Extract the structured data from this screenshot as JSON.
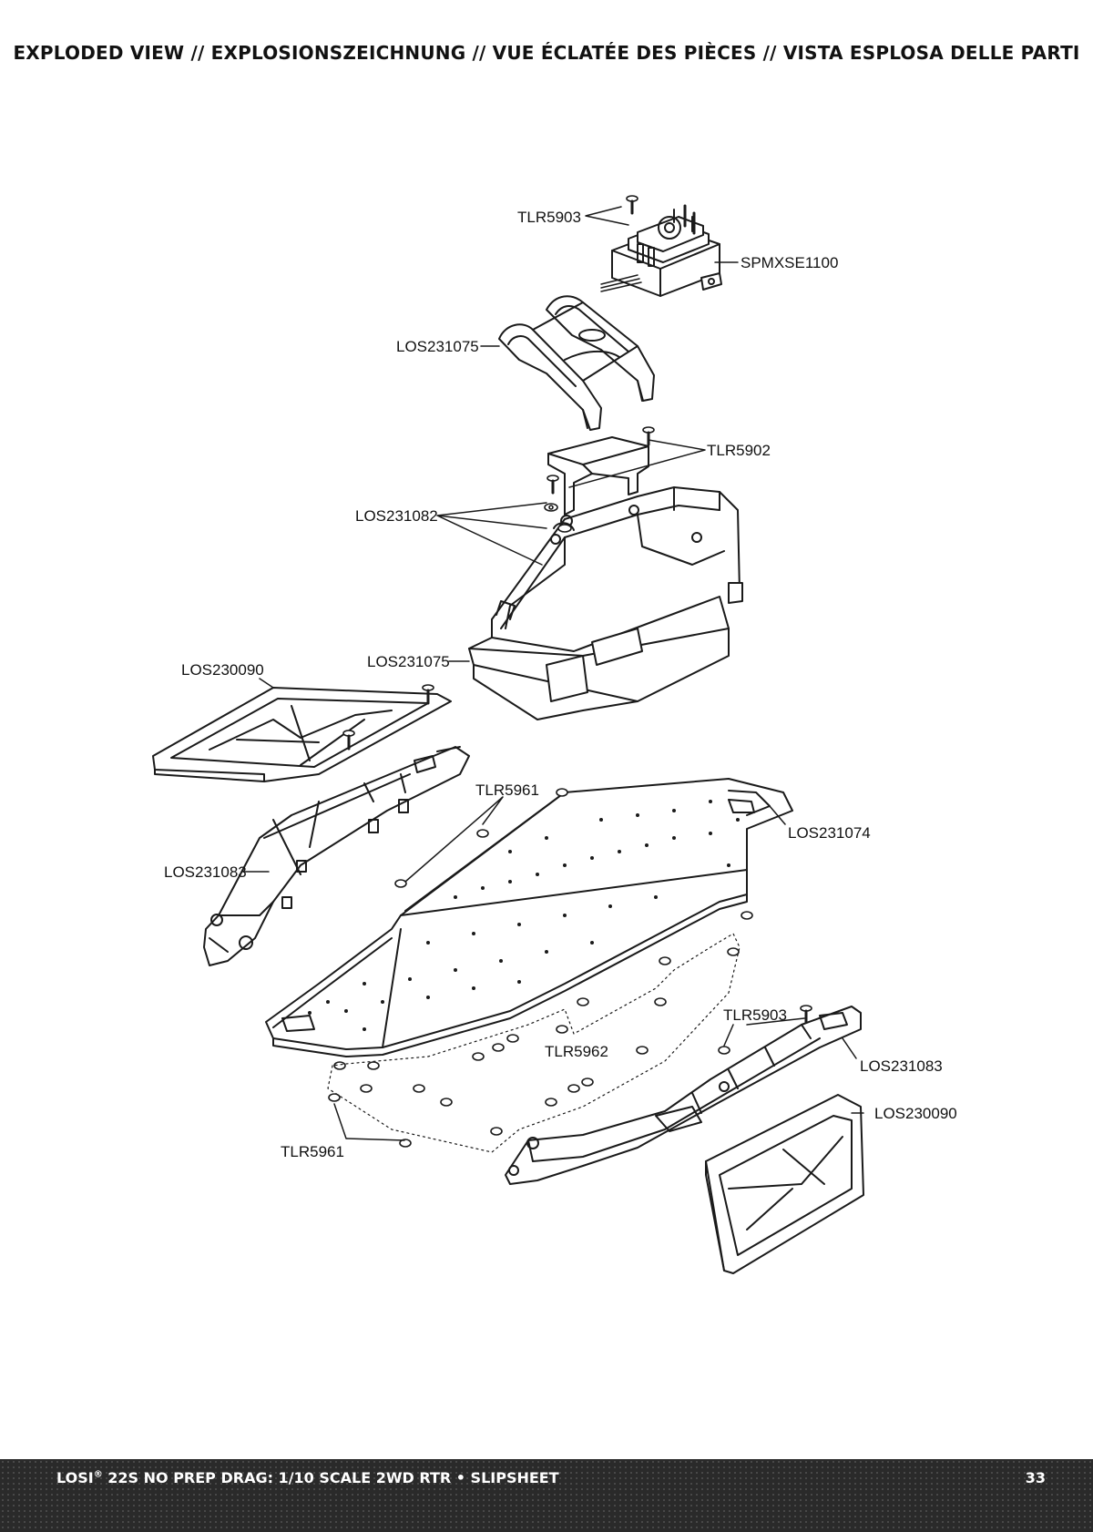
{
  "title": "EXPLODED VIEW // EXPLOSIONSZEICHNUNG // VUE ÉCLATÉE DES PIÈCES // VISTA ESPLOSA DELLE PARTI",
  "labels": {
    "tlr5903_top": "TLR5903",
    "spmxse1100": "SPMXSE1100",
    "los231075_top": "LOS231075",
    "tlr5902": "TLR5902",
    "los231082": "LOS231082",
    "los230090_left": "LOS230090",
    "los231075_mid": "LOS231075",
    "tlr5961_top": "TLR5961",
    "los231074": "LOS231074",
    "los231083_left": "LOS231083",
    "tlr5903_right": "TLR5903",
    "tlr5962": "TLR5962",
    "los231083_right": "LOS231083",
    "los230090_right": "LOS230090",
    "tlr5961_bottom": "TLR5961"
  },
  "footer": {
    "brand": "LOSI",
    "reg_mark": "®",
    "text": " 22S NO PREP DRAG: 1/10 SCALE 2WD RTR • SLIPSHEET",
    "page_number": "33"
  }
}
